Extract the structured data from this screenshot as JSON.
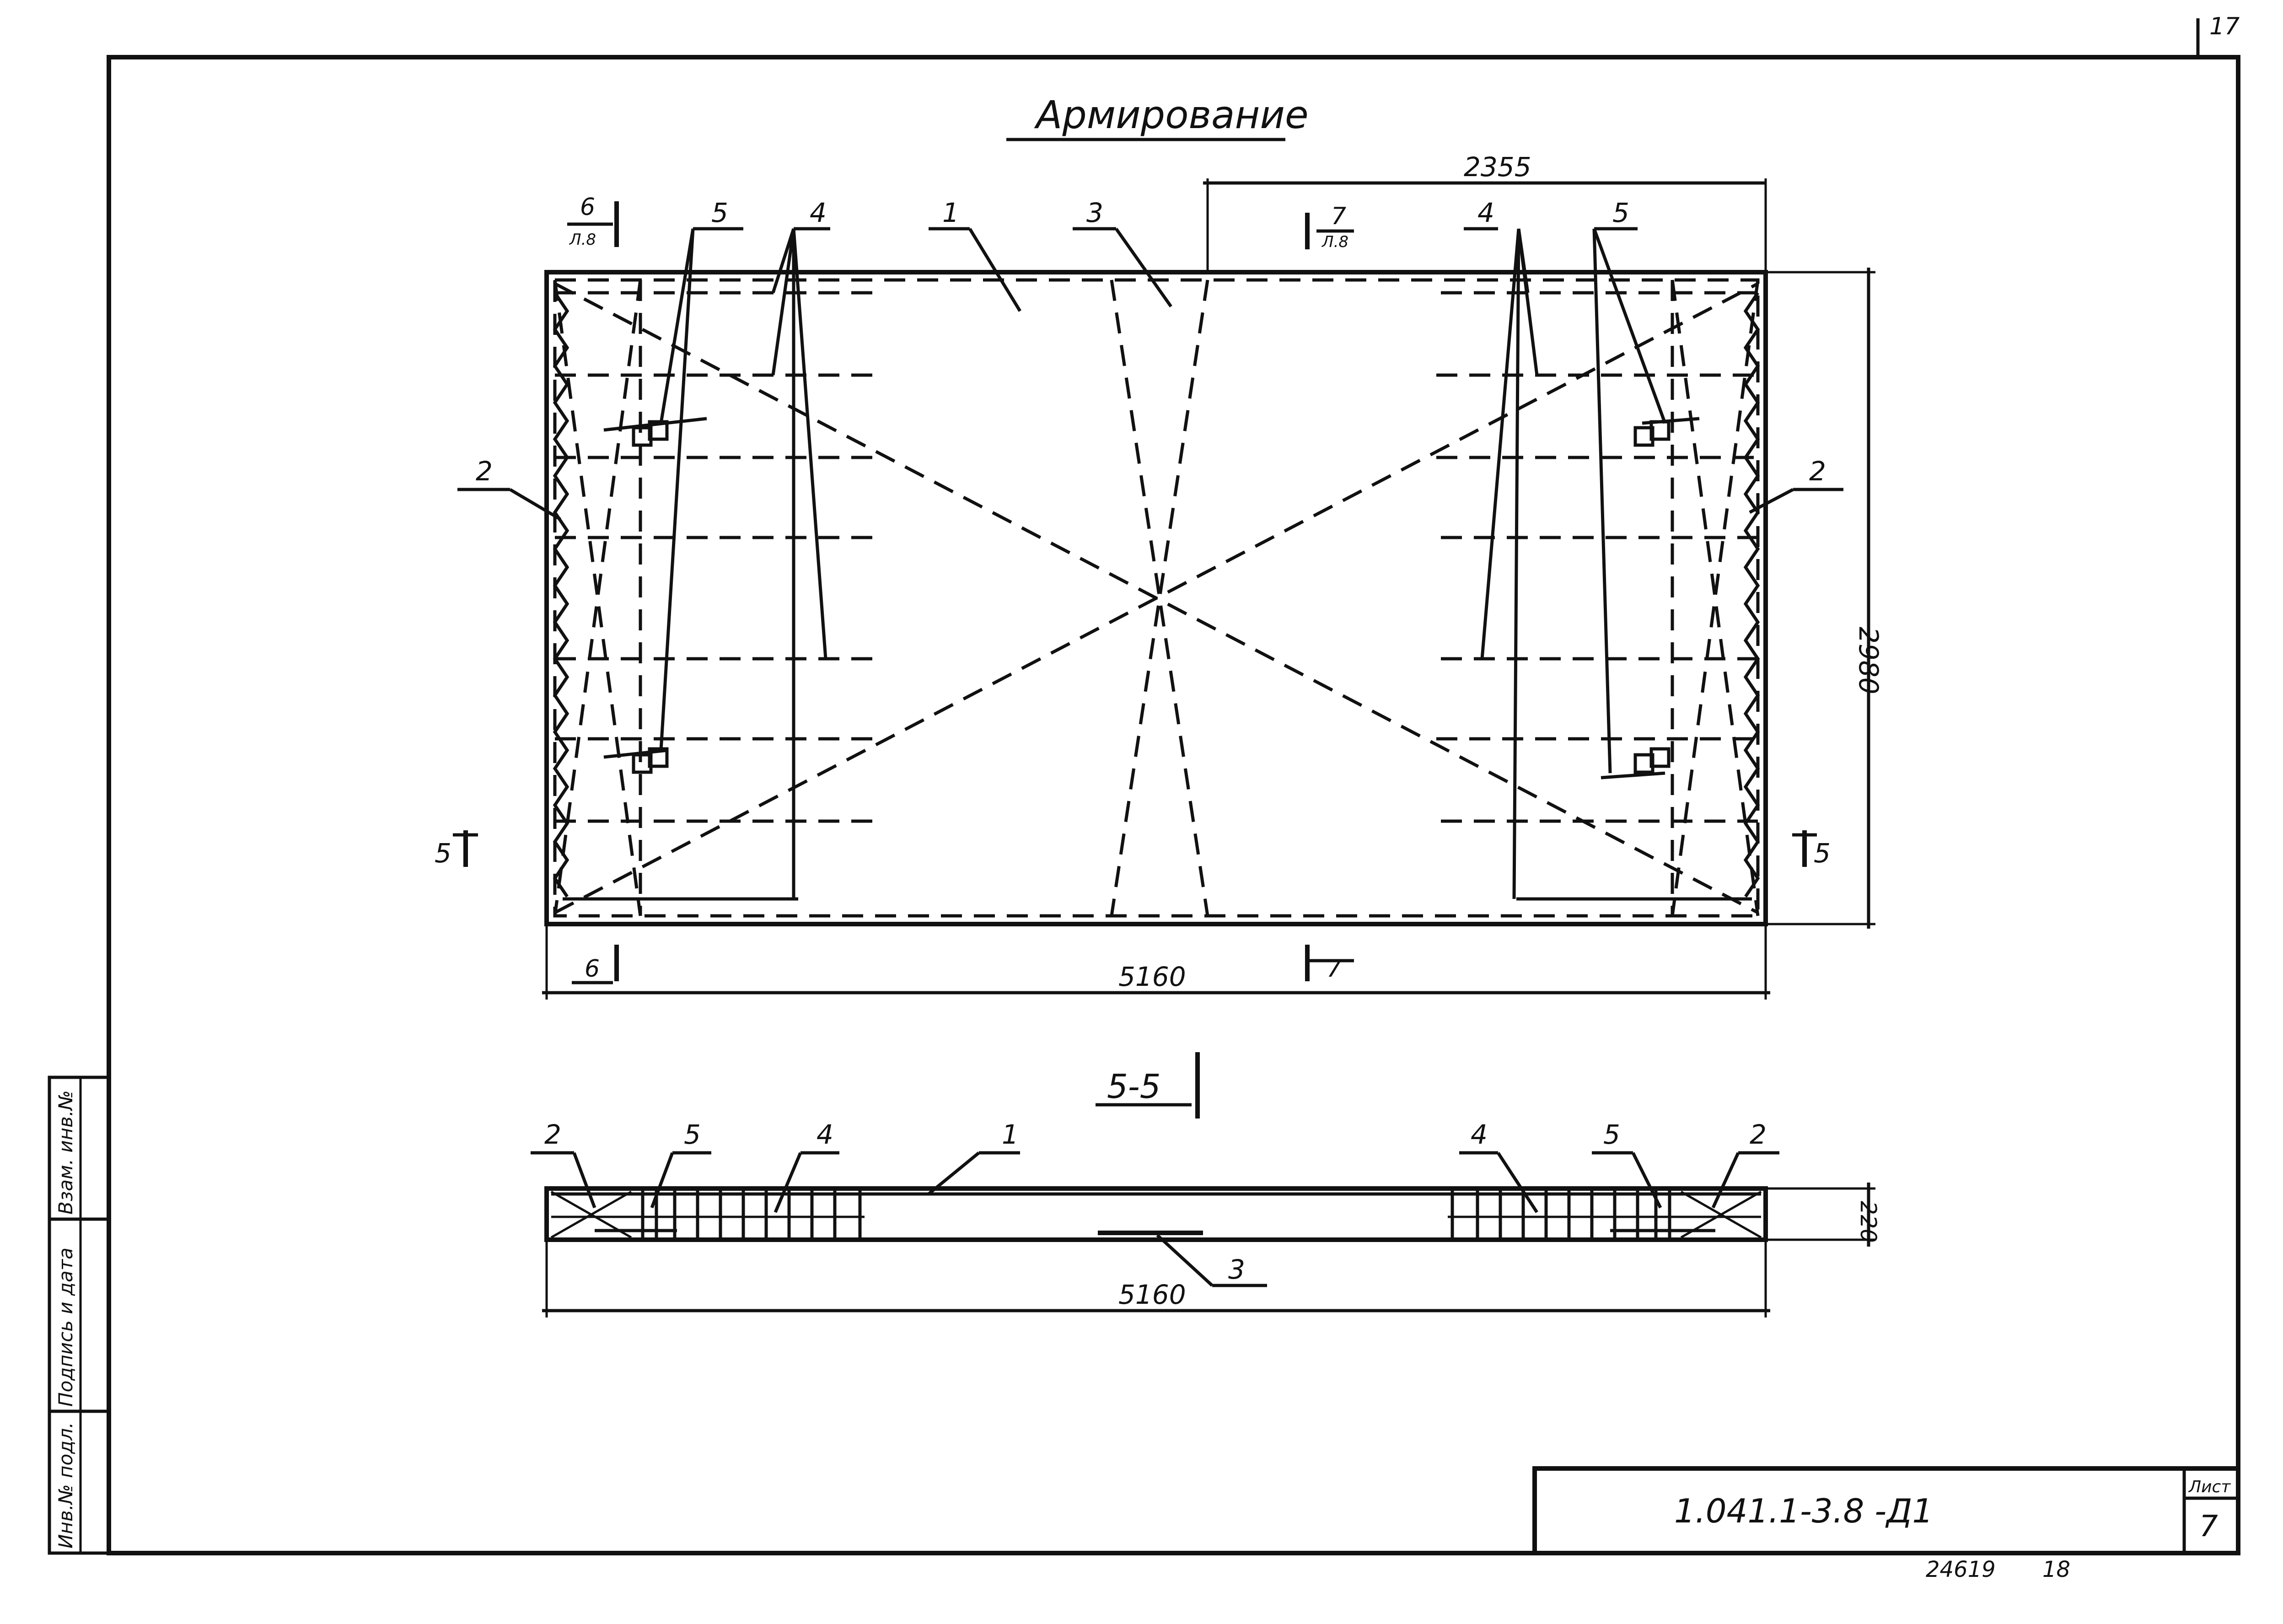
{
  "sheet": {
    "corner_number": "17",
    "title": "Армирование",
    "section_title": "5-5",
    "designation": "1.041.1-3.8 -Д1",
    "sheet_label": "Лист",
    "sheet_number": "7",
    "archive_number": "24619",
    "archive_suffix": "18"
  },
  "side_stamp": {
    "cell_top": "Взам. инв.№",
    "cell_mid": "Подпись и дата",
    "cell_bot": "Инв.№ подл."
  },
  "plan": {
    "dim_top": "2355",
    "dim_bottom": "5160",
    "dim_right": "2980",
    "section_6_top": "6",
    "section_6_top_sheet": "Л.8",
    "section_6_bottom": "6",
    "section_7_top": "7",
    "section_7_top_sheet": "Л.8",
    "section_7_bottom": "7",
    "section_5_left": "5",
    "section_5_right": "5",
    "callouts": {
      "c1": "1",
      "c2_left": "2",
      "c2_right": "2",
      "c3": "3",
      "c4_left": "4",
      "c4_right": "4",
      "c5_left": "5",
      "c5_right": "5"
    }
  },
  "section": {
    "dim_bottom": "5160",
    "dim_height": "220",
    "callouts": {
      "c1": "1",
      "c2_left": "2",
      "c2_right": "2",
      "c3": "3",
      "c4_left": "4",
      "c4_right": "4",
      "c5_left": "5",
      "c5_right": "5"
    }
  }
}
